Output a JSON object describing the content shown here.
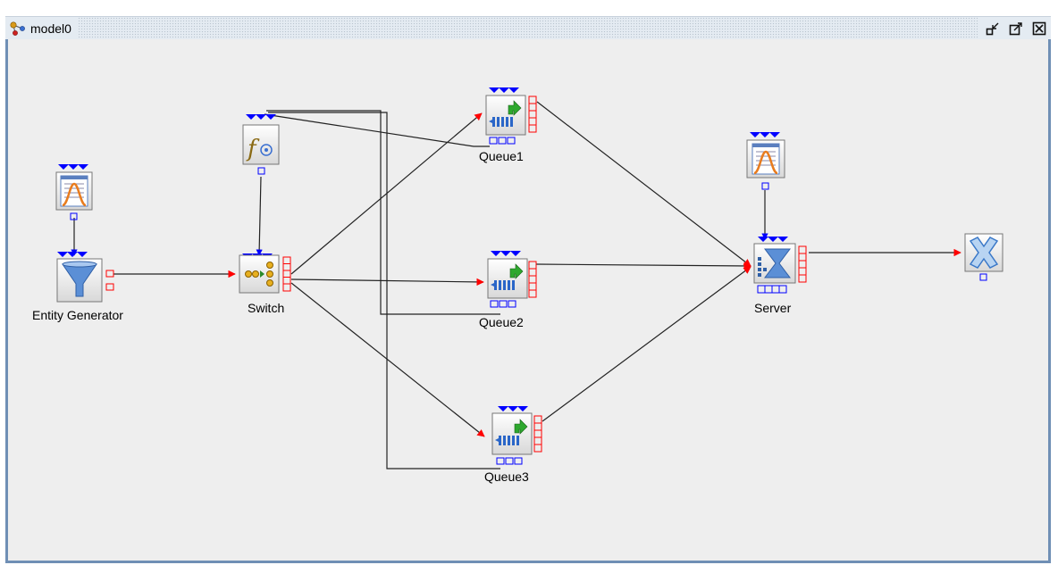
{
  "window": {
    "title": "model0",
    "app_icon": "model-graph-icon",
    "buttons": [
      "minimize-icon",
      "maximize-icon",
      "close-icon"
    ]
  },
  "nodes": {
    "entity_generator": {
      "label": "Entity Generator",
      "icon": "funnel-icon"
    },
    "switch": {
      "label": "Switch",
      "icon": "switch-icon"
    },
    "queue1": {
      "label": "Queue1",
      "icon": "queue-icon"
    },
    "queue2": {
      "label": "Queue2",
      "icon": "queue-icon"
    },
    "queue3": {
      "label": "Queue3",
      "icon": "queue-icon"
    },
    "server": {
      "label": "Server",
      "icon": "hourglass-icon"
    },
    "sink": {
      "label": "",
      "icon": "dispose-x-icon"
    },
    "function": {
      "label": "",
      "icon": "function-icon"
    },
    "distribution1": {
      "label": "",
      "icon": "distribution-chart-icon"
    },
    "distribution2": {
      "label": "",
      "icon": "distribution-chart-icon"
    }
  },
  "colors": {
    "canvas": "#eeeeee",
    "input_port": "#ff0000",
    "output_port": "#ff0000",
    "parameter_port": "#0000ff",
    "connector": "#222222",
    "window_frame": "#6f8fb5"
  }
}
